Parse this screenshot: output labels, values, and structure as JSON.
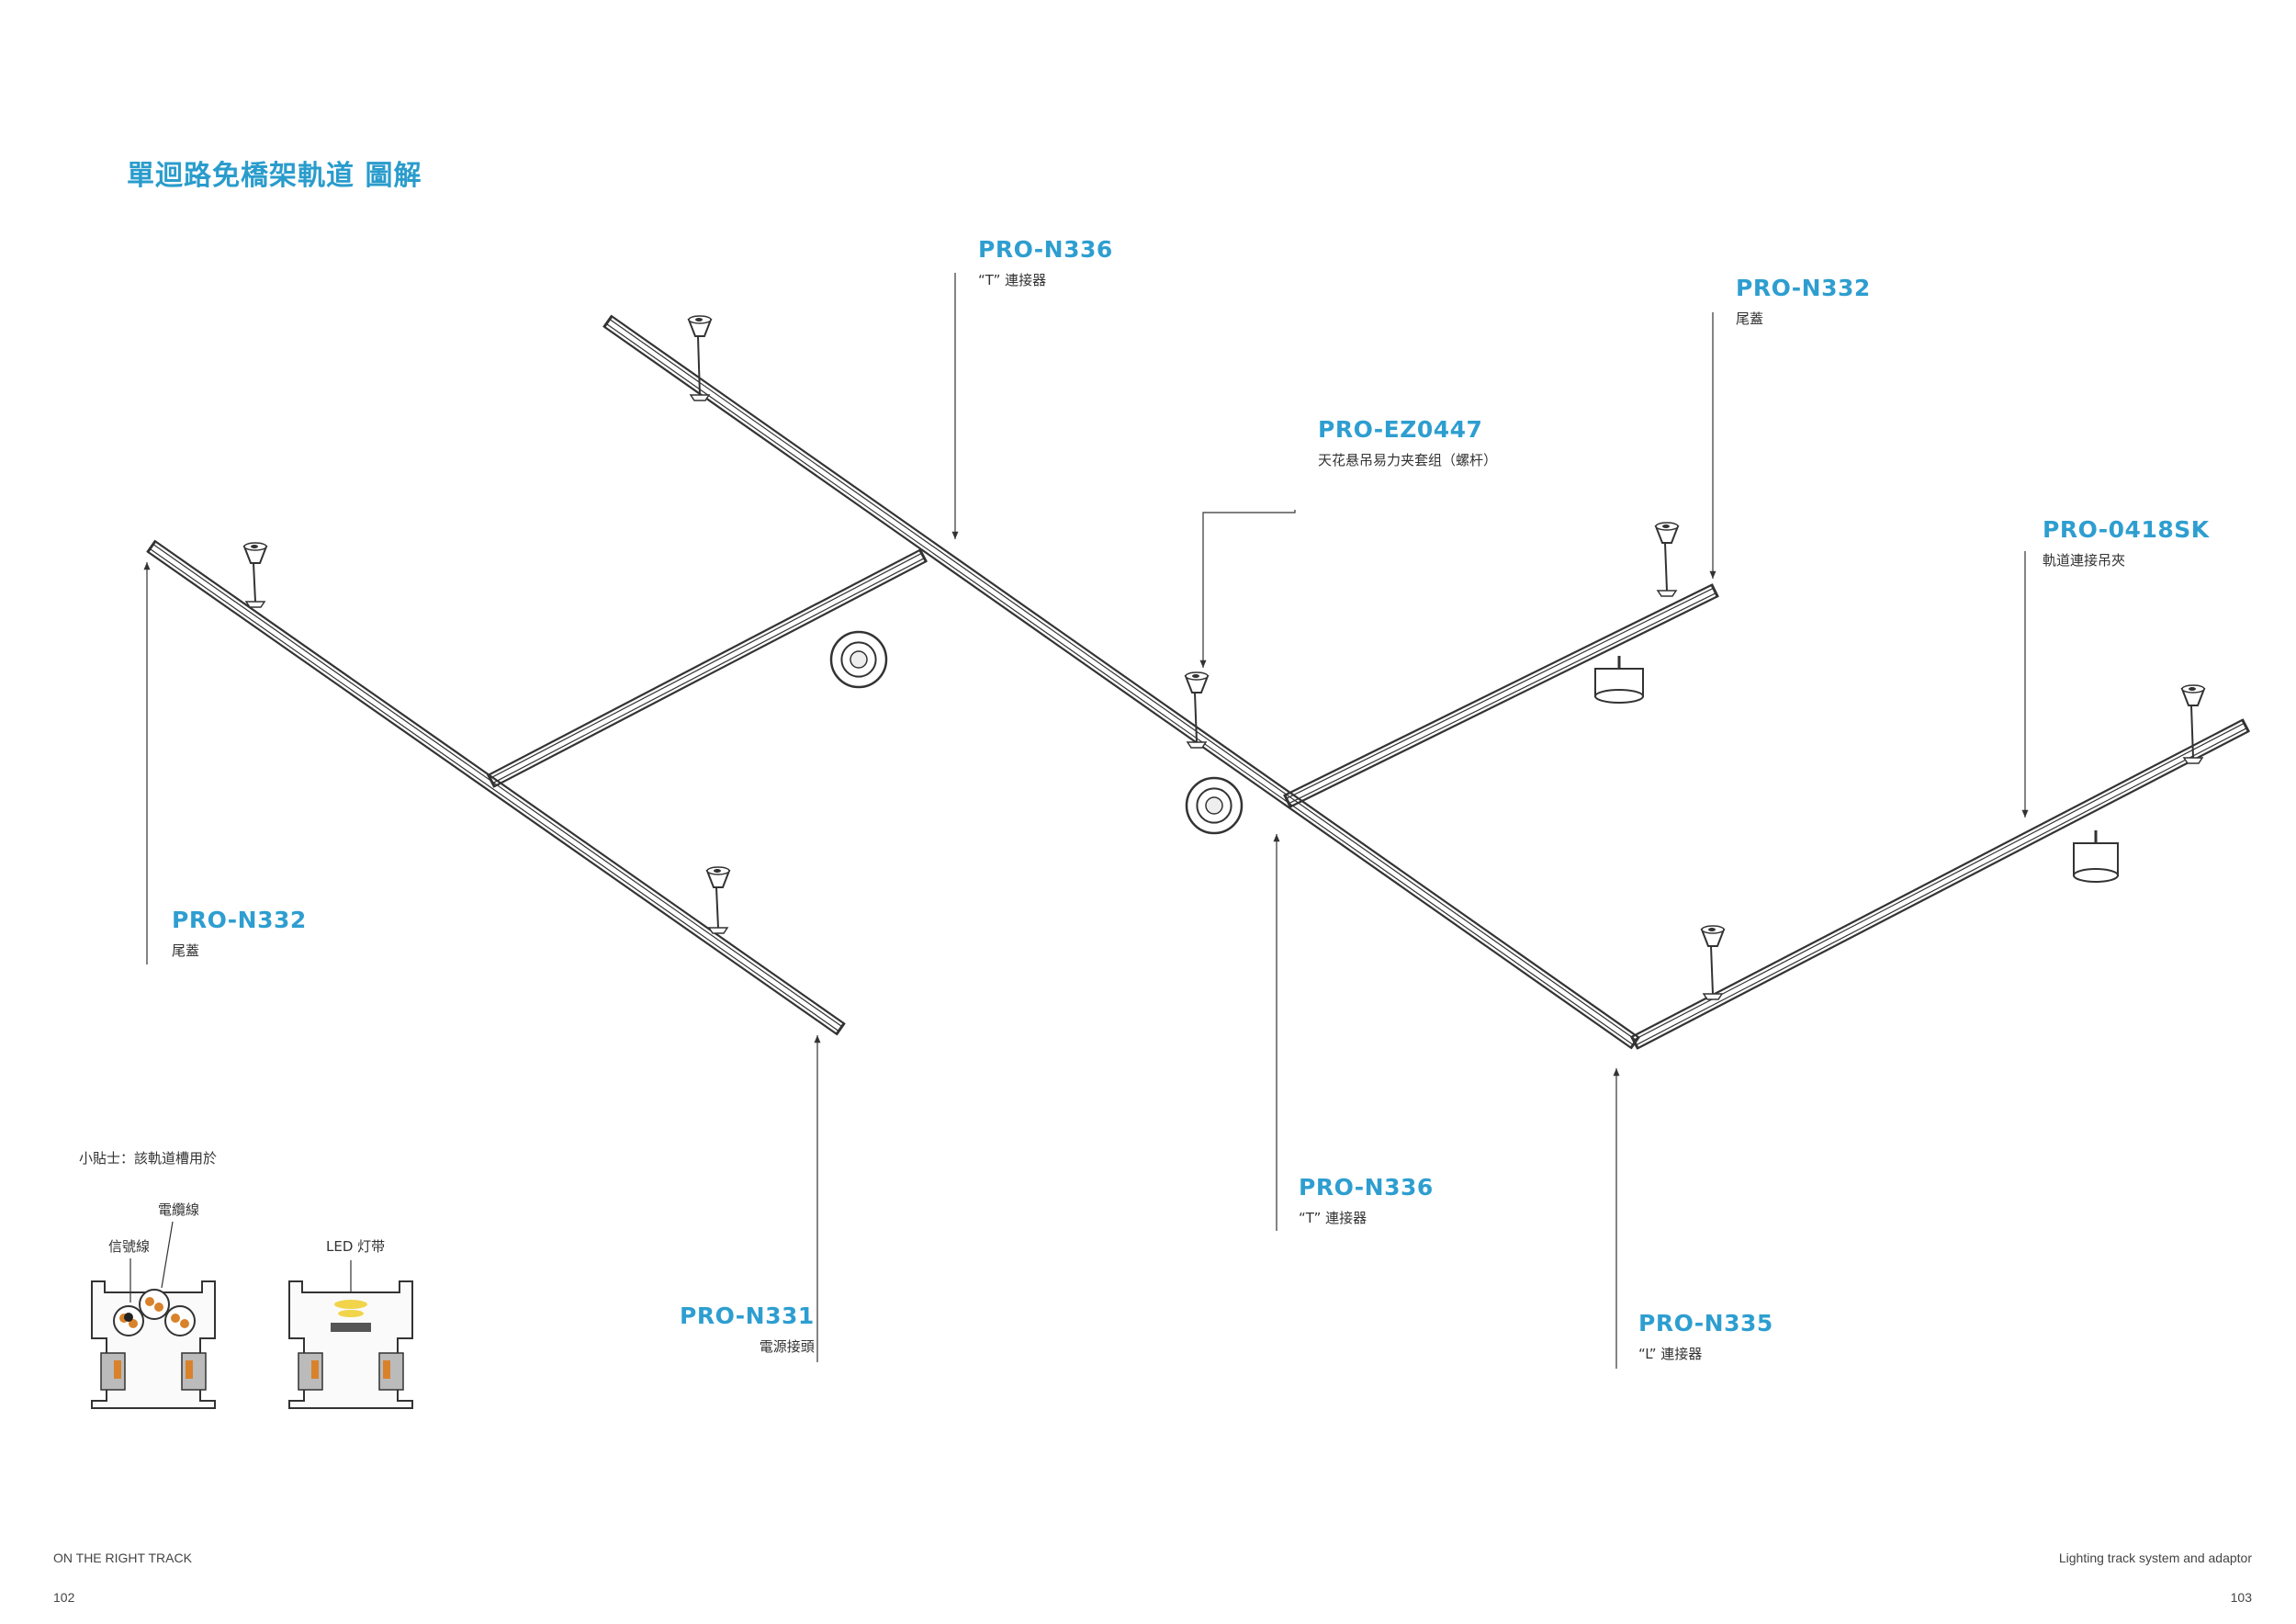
{
  "page": {
    "title": "單迴路免橋架軌道 圖解",
    "footer_left_label": "ON THE RIGHT TRACK",
    "footer_left_page": "102",
    "footer_right_label": "Lighting track system and adaptor",
    "footer_right_page": "103"
  },
  "callouts": [
    {
      "code": "PRO-N336",
      "desc": "“T” 連接器"
    },
    {
      "code": "PRO-N332",
      "desc": "尾蓋"
    },
    {
      "code": "PRO-EZ0447",
      "desc": "天花悬吊易力夹套组（螺杆）"
    },
    {
      "code": "PRO-0418SK",
      "desc": "軌道連接吊夾"
    },
    {
      "code": "PRO-N332",
      "desc": "尾蓋"
    },
    {
      "code": "PRO-N331",
      "desc": "電源接頭"
    },
    {
      "code": "PRO-N336",
      "desc": "“T” 連接器"
    },
    {
      "code": "PRO-N335",
      "desc": "“L” 連接器"
    }
  ],
  "tip": {
    "text": "小貼士：該軌道槽用於",
    "cable_label": "電纜線",
    "signal_label": "信號線",
    "led_label": "LED 灯带"
  },
  "colors": {
    "accent": "#2e9ed0",
    "line": "#333333",
    "copper": "#d9822b",
    "led": "#f2d44a"
  }
}
